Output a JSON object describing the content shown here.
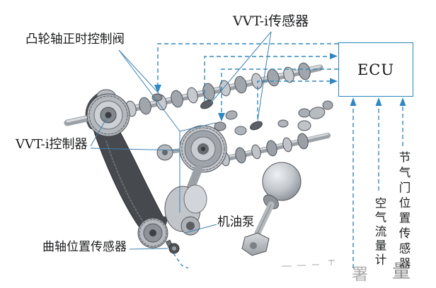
{
  "labels": {
    "cam_timing_valve": "凸轮轴正时控制阀",
    "vvt_sensor": "VVT-i传感器",
    "vvt_controller": "VVT-i控制器",
    "crank_position_sensor": "曲轴位置传感器",
    "oil_pump": "机油泵",
    "ecu": "ECU",
    "air_flow_meter": "空气流量计",
    "throttle_position_sensor": "节气门位置传感器"
  },
  "watermark": {
    "glyph_a": "署",
    "glyph_b": "量"
  },
  "colors": {
    "diagram_line_blue": "#3488bd",
    "arrow_blue": "#2e86c4",
    "leader_blue": "#3d81b0",
    "ecu_border_blue": "#2b84b8",
    "label_text": "#1b1c1e",
    "engine_gray_light": "#c9cdd1",
    "engine_gray_dark": "#55595f",
    "belt_dark": "#46494d",
    "background": "#ffffff"
  }
}
